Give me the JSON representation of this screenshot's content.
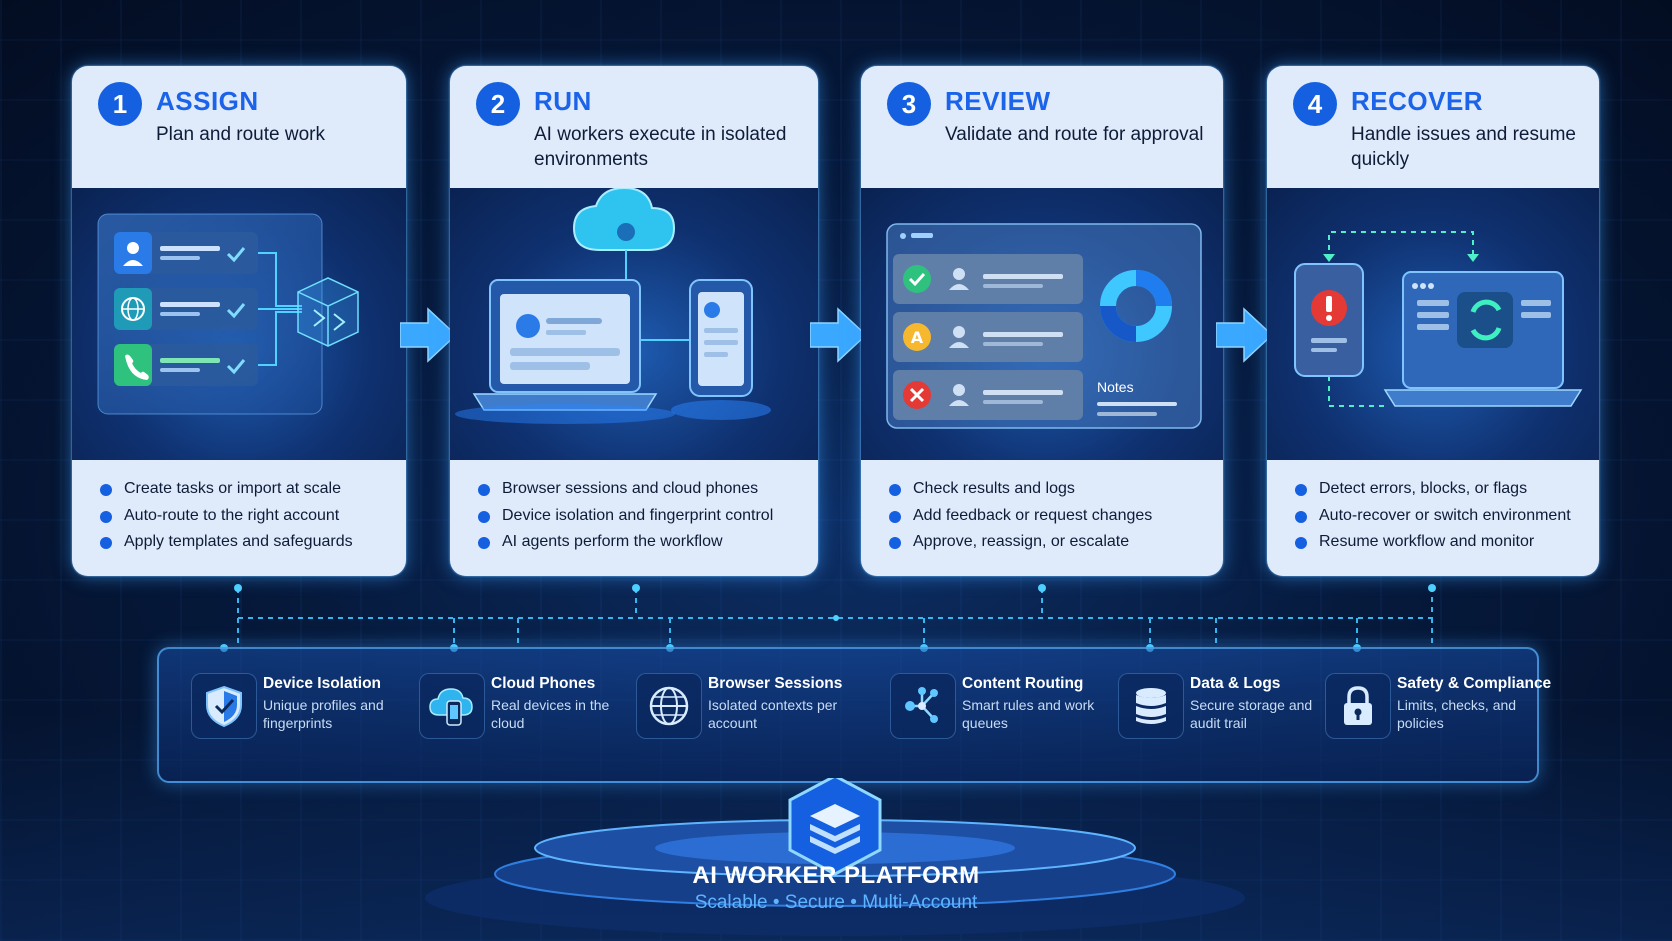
{
  "steps": [
    {
      "number": "1",
      "title": "ASSIGN",
      "subtitle": "Plan and route work",
      "bullets": [
        "Create tasks or import at scale",
        "Auto-route to the right account",
        "Apply templates and safeguards"
      ]
    },
    {
      "number": "2",
      "title": "RUN",
      "subtitle": "AI workers execute in isolated environments",
      "bullets": [
        "Browser sessions and cloud phones",
        "Device isolation and fingerprint control",
        "AI agents perform the workflow"
      ]
    },
    {
      "number": "3",
      "title": "REVIEW",
      "subtitle": "Validate and route for approval",
      "art_label": "Notes",
      "bullets": [
        "Check results and logs",
        "Add feedback or request changes",
        "Approve, reassign, or escalate"
      ]
    },
    {
      "number": "4",
      "title": "RECOVER",
      "subtitle": "Handle issues and resume quickly",
      "bullets": [
        "Detect errors, blocks, or flags",
        "Auto-recover or switch environment",
        "Resume workflow and monitor"
      ]
    }
  ],
  "features": [
    {
      "name": "Device Isolation",
      "desc": "Unique profiles and fingerprints",
      "icon": "shield-icon"
    },
    {
      "name": "Cloud Phones",
      "desc": "Real devices in the cloud",
      "icon": "cloud-phone-icon"
    },
    {
      "name": "Browser Sessions",
      "desc": "Isolated contexts per account",
      "icon": "globe-icon"
    },
    {
      "name": "Content Routing",
      "desc": "Smart rules and work queues",
      "icon": "routing-icon"
    },
    {
      "name": "Data & Logs",
      "desc": "Secure storage and audit trail",
      "icon": "database-icon"
    },
    {
      "name": "Safety & Compliance",
      "desc": "Limits, checks, and policies",
      "icon": "lock-icon"
    }
  ],
  "platform": {
    "title": "AI WORKER PLATFORM",
    "subtitle": "Scalable • Secure • Multi-Account",
    "icon": "layers-icon"
  },
  "colors": {
    "accent": "#1560e0",
    "title_blue": "#1b63e8",
    "glow": "#3ca0ff",
    "success": "#2ec27e",
    "warning": "#f5b82e",
    "error": "#e53935"
  }
}
